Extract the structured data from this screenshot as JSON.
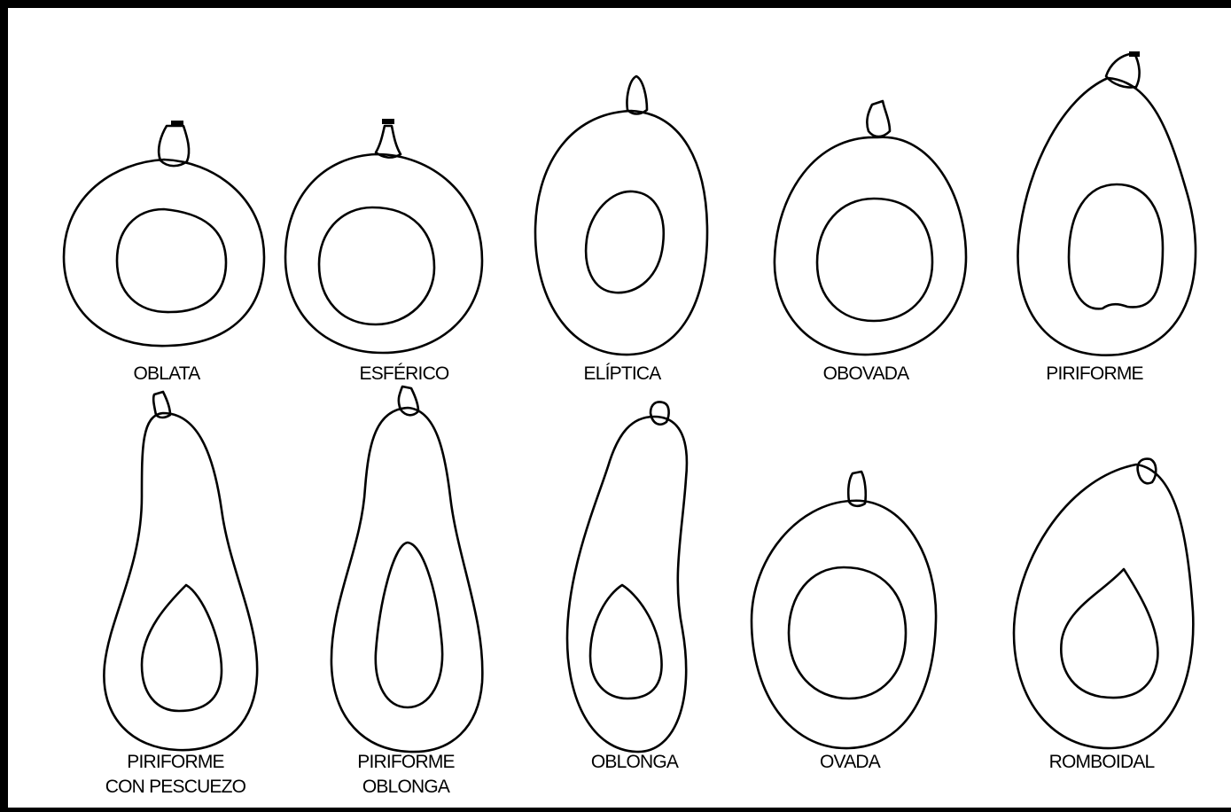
{
  "labels": {
    "oblata": "OBLATA",
    "esferico": "ESFÉRICO",
    "eliptica": "ELÍPTICA",
    "obovada": "OBOVADA",
    "piriforme": "PIRIFORME",
    "piriforme_pescuezo_1": "PIRIFORME",
    "piriforme_pescuezo_2": "CON PESCUEZO",
    "piriforme_oblonga_1": "PIRIFORME",
    "piriforme_oblonga_2": "OBLONGA",
    "oblonga": "OBLONGA",
    "ovada": "OVADA",
    "romboidal": "ROMBOIDAL"
  }
}
